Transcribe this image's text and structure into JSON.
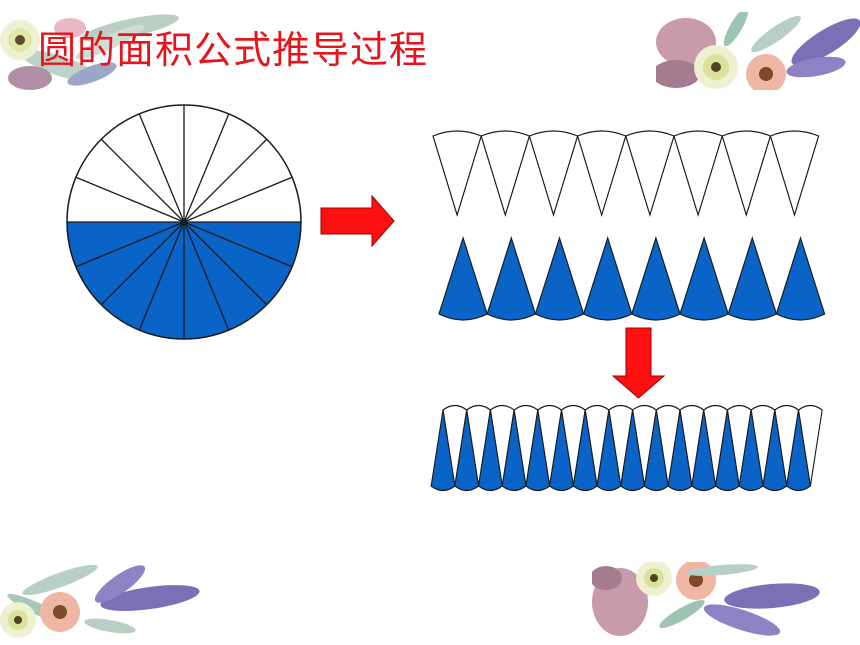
{
  "slide": {
    "title": "圆的面积公式推导过程"
  },
  "colors": {
    "title": "#e8141b",
    "fill_blue": "#0a64c8",
    "outline": "#1a1a1a",
    "arrow_red": "#ff1010",
    "arrow_outline": "#9a0000",
    "white": "#ffffff"
  },
  "diagram": {
    "circle_sectors": 16,
    "row_sectors": 8,
    "rearranged_sectors": 16,
    "flow": [
      "circle",
      "arrow-right",
      "rows-split",
      "arrow-down",
      "rows-joined"
    ]
  },
  "decorations": [
    {
      "name": "floral-corner-top-left-icon"
    },
    {
      "name": "floral-corner-top-right-icon"
    },
    {
      "name": "floral-corner-bottom-left-icon"
    },
    {
      "name": "floral-corner-bottom-right-icon"
    }
  ]
}
